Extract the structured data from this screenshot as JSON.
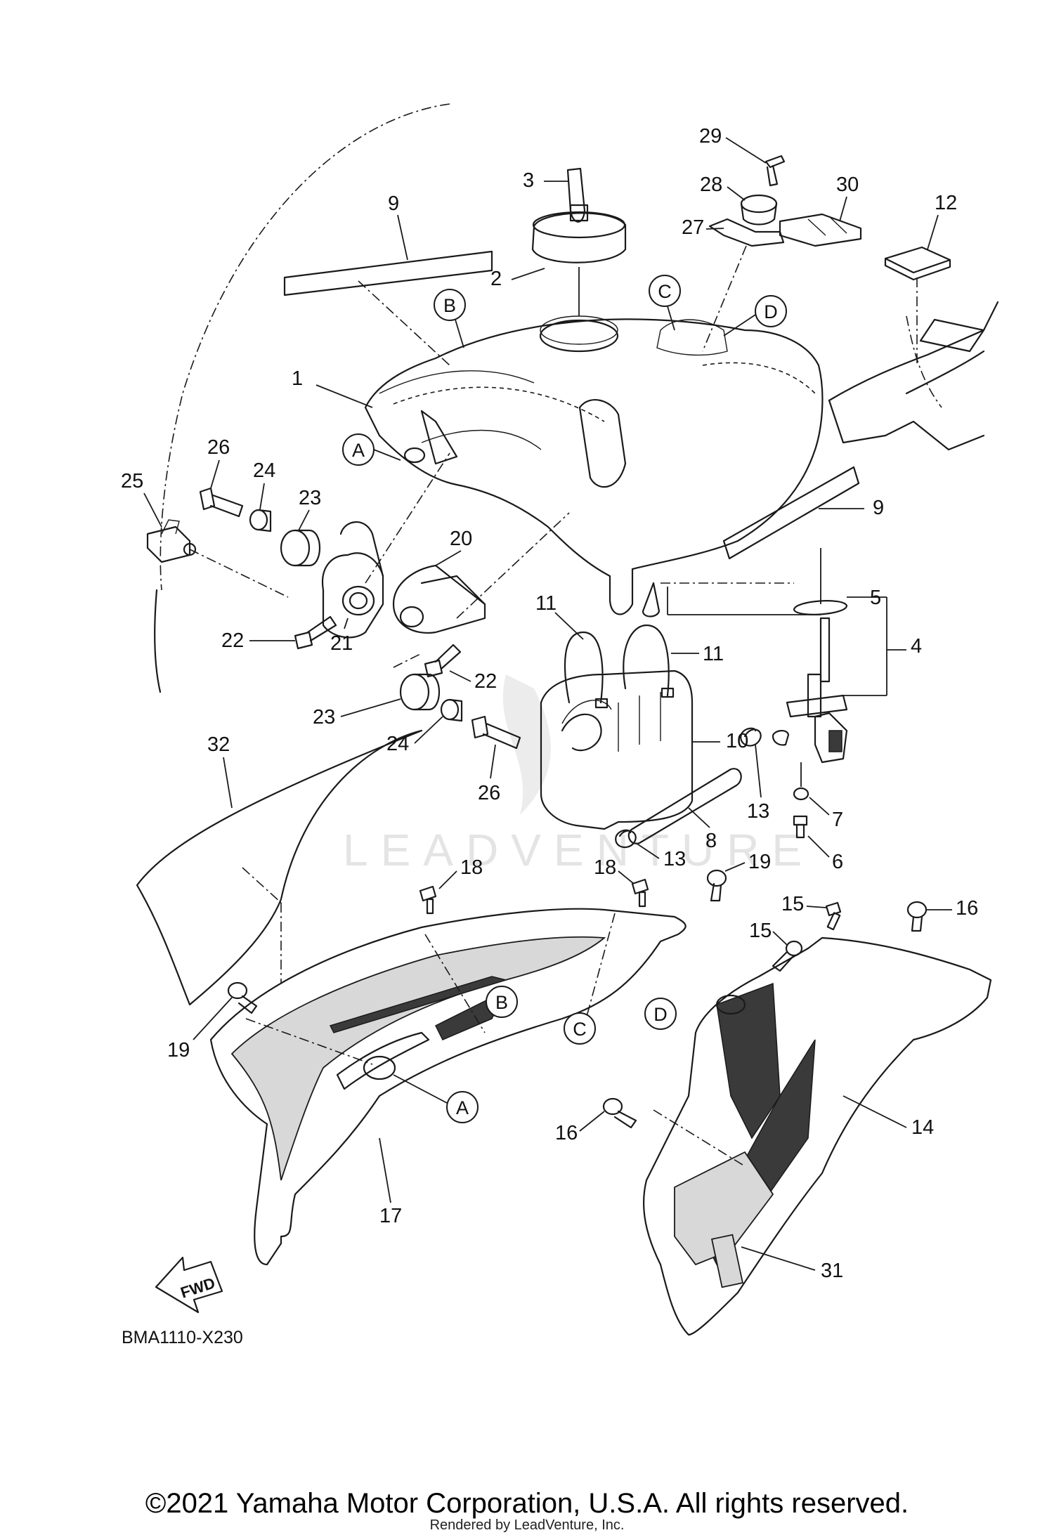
{
  "diagram": {
    "code": "BMA1110-X230",
    "direction_label": "FWD",
    "watermark": "LEADVENTURE",
    "part_numbers": [
      "1",
      "2",
      "3",
      "4",
      "5",
      "6",
      "7",
      "8",
      "9",
      "10",
      "11",
      "12",
      "13",
      "14",
      "15",
      "16",
      "17",
      "18",
      "19",
      "20",
      "21",
      "22",
      "23",
      "24",
      "25",
      "26",
      "27",
      "28",
      "29",
      "30",
      "31",
      "32"
    ],
    "reference_letters": [
      "A",
      "B",
      "C",
      "D"
    ]
  },
  "footer": {
    "copyright": "©2021 Yamaha Motor Corporation, U.S.A. All rights reserved.",
    "rendered_by": "Rendered by LeadVenture, Inc."
  }
}
